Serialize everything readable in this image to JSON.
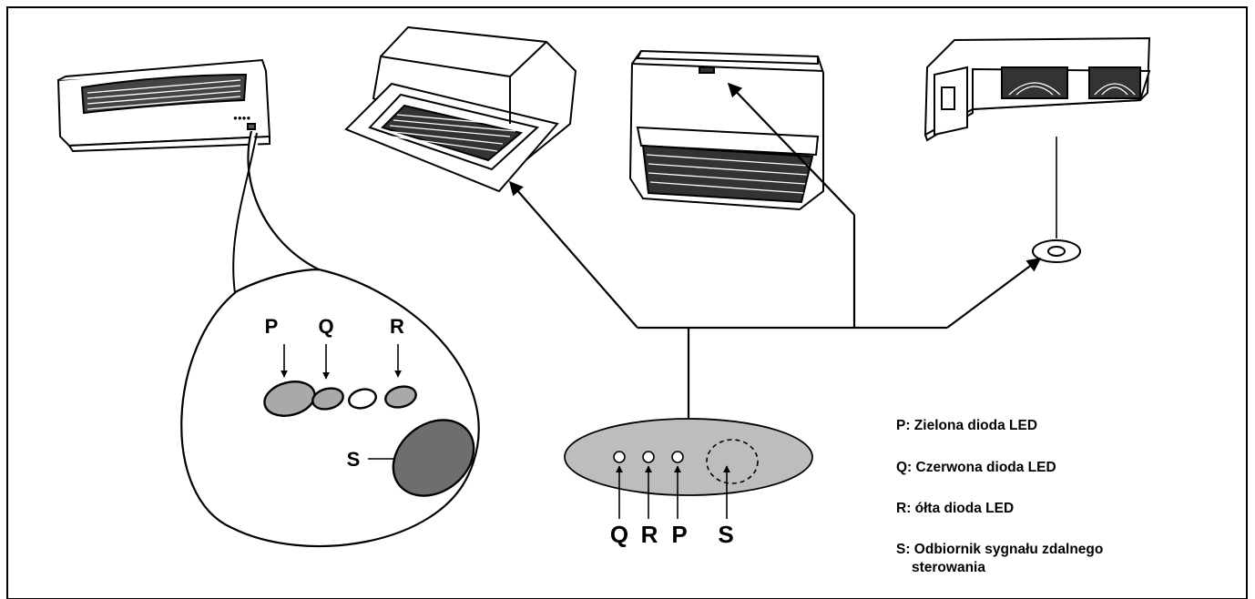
{
  "callout_labels": {
    "p": "P",
    "q": "Q",
    "r": "R",
    "s": "S"
  },
  "panel_labels": {
    "q": "Q",
    "r": "R",
    "p": "P",
    "s": "S"
  },
  "legend": {
    "p": "P: Zielona dioda LED",
    "q": "Q: Czerwona dioda LED",
    "r": "R:   ółta dioda LED",
    "s_line1": "S: Odbiornik sygnału zdalnego",
    "s_line2": "sterowania"
  },
  "colors": {
    "led_gray": "#a9a9a9",
    "receiver_gray": "#6e6e6e",
    "panel_fill": "#bdbdbd",
    "line": "#000000"
  }
}
